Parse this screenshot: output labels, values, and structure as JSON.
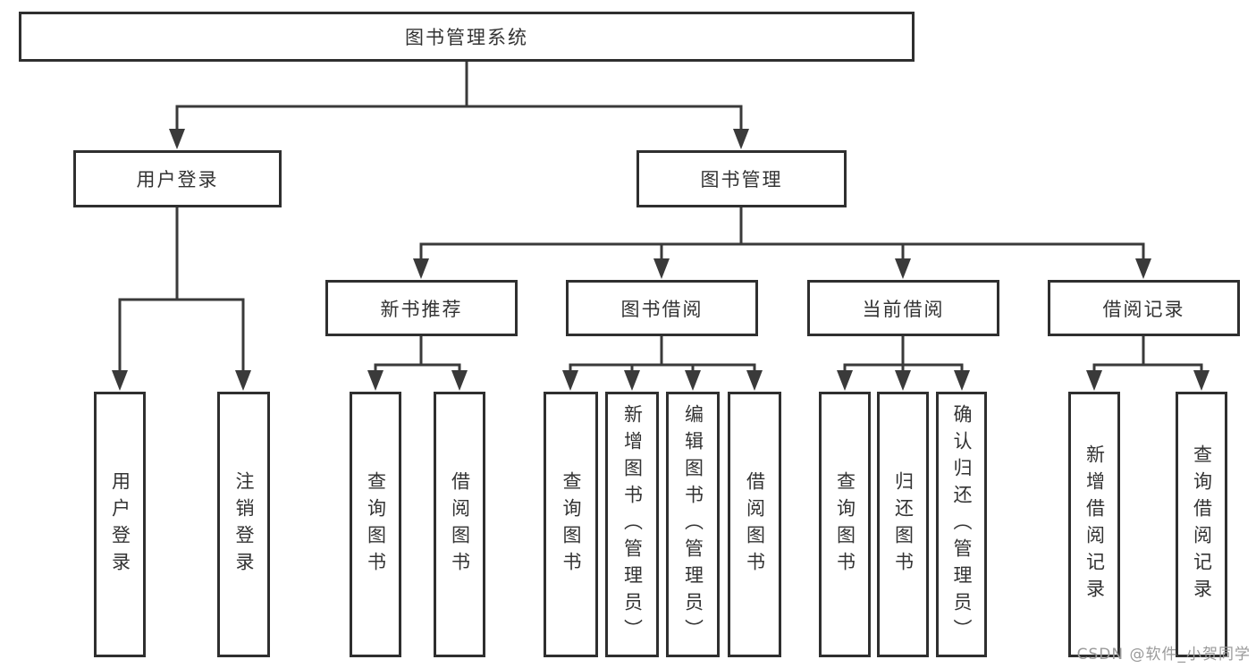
{
  "diagram": {
    "root": {
      "label": "图书管理系统"
    },
    "level2": [
      {
        "label": "用户登录"
      },
      {
        "label": "图书管理"
      }
    ],
    "level3": [
      {
        "label": "新书推荐"
      },
      {
        "label": "图书借阅"
      },
      {
        "label": "当前借阅"
      },
      {
        "label": "借阅记录"
      }
    ],
    "leaves": {
      "user_login": [
        {
          "label": "用户登录"
        },
        {
          "label": "注销登录"
        }
      ],
      "new_books": [
        {
          "label": "查询图书"
        },
        {
          "label": "借阅图书"
        }
      ],
      "book_borrow": [
        {
          "label": "查询图书"
        },
        {
          "label": "新增图书（管理员）"
        },
        {
          "label": "编辑图书（管理员）"
        },
        {
          "label": "借阅图书"
        }
      ],
      "current_borrow": [
        {
          "label": "查询图书"
        },
        {
          "label": "归还图书"
        },
        {
          "label": "确认归还（管理员）"
        }
      ],
      "borrow_records": [
        {
          "label": "新增借阅记录"
        },
        {
          "label": "查询借阅记录"
        }
      ]
    },
    "colors": {
      "line": "#3a3a3a",
      "box_border": "#2f2f2f",
      "text": "#333333",
      "watermark": "#9a9a9a",
      "background": "#ffffff"
    }
  },
  "watermark": {
    "text": "CSDN @软件_小贺同学"
  }
}
